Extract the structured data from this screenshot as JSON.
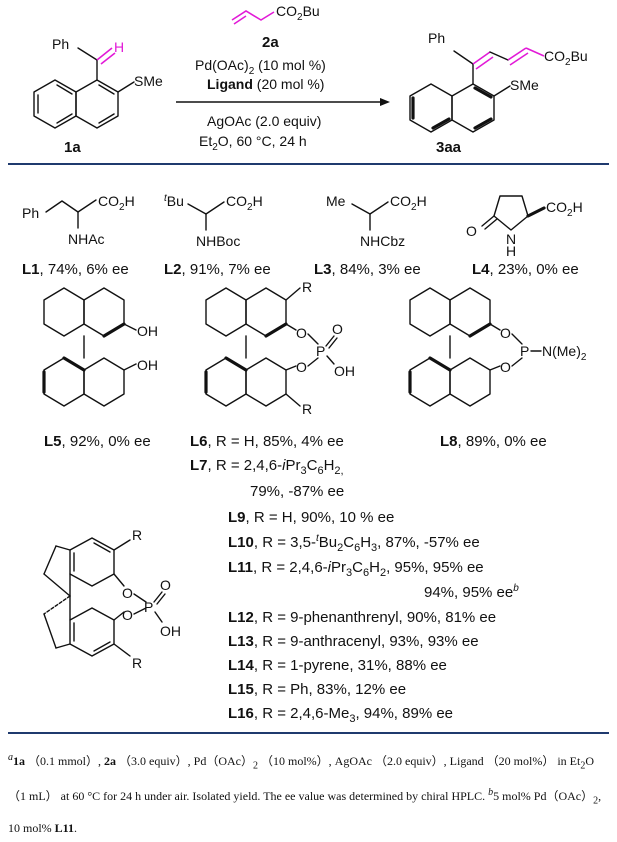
{
  "scheme": {
    "substrate": {
      "id": "1a",
      "phenyl": "Ph",
      "smethyl": "SMe",
      "h": "H"
    },
    "reagent": {
      "id": "2a",
      "formula_main": "CO",
      "formula_sub": "2",
      "formula_end": "Bu"
    },
    "conditions": {
      "catalyst": "Pd(OAc)",
      "catalyst_sub": "2",
      "catalyst_end": " (10 mol %)",
      "ligand": "Ligand",
      "ligand_end": " (20 mol %)",
      "oxidant": "AgOAc (2.0 equiv)",
      "solvent": "Et",
      "solvent_sub": "2",
      "solvent_end": "O, 60 °C, 24 h"
    },
    "product": {
      "id": "3aa",
      "phenyl": "Ph",
      "smethyl": "SMe",
      "ester_main": "CO",
      "ester_sub": "2",
      "ester_end": "Bu"
    }
  },
  "atoms": {
    "co2h": "CO",
    "co2h_sub": "2",
    "co2h_end": "H",
    "ph": "Ph",
    "tbu_sup": "t",
    "tbu": "Bu",
    "me": "Me",
    "nhac": "NHAc",
    "nhboc": "NHBoc",
    "nhcbz": "NHCbz",
    "o": "O",
    "n": "N",
    "h": "H",
    "oh": "OH",
    "p": "P",
    "r": "R",
    "nme2": "N(Me)",
    "nme2_sub": "2"
  },
  "ligands": [
    {
      "id": "L1",
      "result": ", 74%, 6% ee"
    },
    {
      "id": "L2",
      "result": ", 91%, 7% ee"
    },
    {
      "id": "L3",
      "result": ", 84%, 3% ee"
    },
    {
      "id": "L4",
      "result": ", 23%, 0% ee"
    },
    {
      "id": "L5",
      "result": ", 92%, 0% ee"
    },
    {
      "id": "L6",
      "result": ", R = H, 85%, 4% ee"
    },
    {
      "id": "L7",
      "result_a": ", R = 2,4,6-",
      "ipr": "i",
      "result_b": "Pr",
      "sub3": "3",
      "c6": "C",
      "sub6": "6",
      "h": "H",
      "sub2": "2",
      "comma": ",",
      "line2": "79%, -87% ee"
    },
    {
      "id": "L8",
      "result": ", 89%, 0% ee"
    },
    {
      "id": "L9",
      "result": ", R = H, 90%, 10 % ee"
    },
    {
      "id": "L10",
      "result_a": ",  R = 3,5-",
      "tbu": "t",
      "result_b": "Bu",
      "sub2": "2",
      "c6": "C",
      "sub6": "6",
      "h": "H",
      "sub3": "3",
      "result_c": ", 87%, -57% ee"
    },
    {
      "id": "L11",
      "result_a": ", R = 2,4,6-",
      "ipr": "i",
      "result_b": "Pr",
      "sub3": "3",
      "c6": "C",
      "sub6": "6",
      "h": "H",
      "sub2": "2",
      "result_c": ", 95%, 95% ee",
      "line2": "94%, 95% ee",
      "line2_sup": "b"
    },
    {
      "id": "L12",
      "result": ", R = 9-phenanthrenyl, 90%, 81% ee"
    },
    {
      "id": "L13",
      "result": ", R = 9-anthracenyl, 93%, 93% ee"
    },
    {
      "id": "L14",
      "result": ", R = 1-pyrene, 31%, 88% ee"
    },
    {
      "id": "L15",
      "result": ", R = Ph, 83%, 12% ee"
    },
    {
      "id": "L16",
      "result": ", R = 2,4,6-Me",
      "sub3": "3",
      "result_c": ", 94%, 89% ee"
    }
  ],
  "footnote": {
    "a_sup": "a",
    "a_1a": "1a",
    "a_text1": " （0.1 mmol）, ",
    "a_2a": "2a",
    "a_text2": " （3.0 equiv）, Pd（OAc）",
    "a_sub2": "2",
    "a_text3": " （10 mol%）, AgOAc （2.0 equiv）, Ligand （20 mol%） in Et",
    "a_sub2b": "2",
    "a_text4": "O （1 mL） at 60 °C for 24 h under air. Isolated yield. The ee value was determined by chiral HPLC. ",
    "b_sup": "b",
    "b_text1": "5 mol% Pd（OAc）",
    "b_sub2": "2",
    "b_text2": ", 10 mol% ",
    "b_l11": "L11",
    "b_end": "."
  },
  "colors": {
    "rule": "#1f3a6e",
    "magenta": "#e21ad7",
    "highlight": "#1f3a9a"
  }
}
